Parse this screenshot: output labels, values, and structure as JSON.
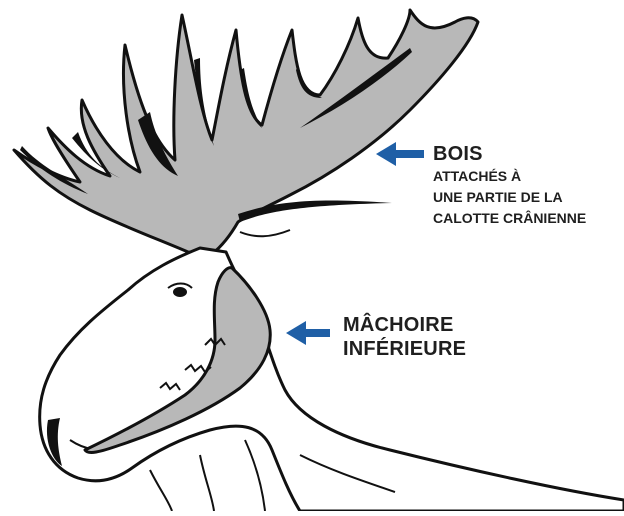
{
  "labels": {
    "antlers": {
      "title": "BOIS",
      "line1": "ATTACHÉS À",
      "line2": "UNE PARTIE DE LA",
      "line3": "CALOTTE CRÂNIENNE"
    },
    "jaw": {
      "line1": "MÂCHOIRE",
      "line2": "INFÉRIEURE"
    }
  },
  "colors": {
    "arrow": "#1f5fa6",
    "antler_fill": "#b8b8b8",
    "jaw_fill": "#b8b8b8",
    "outline": "#111111",
    "text": "#1f1f1f"
  },
  "icons": {
    "antlers_arrow": "arrow-left-icon",
    "jaw_arrow": "arrow-left-icon"
  }
}
